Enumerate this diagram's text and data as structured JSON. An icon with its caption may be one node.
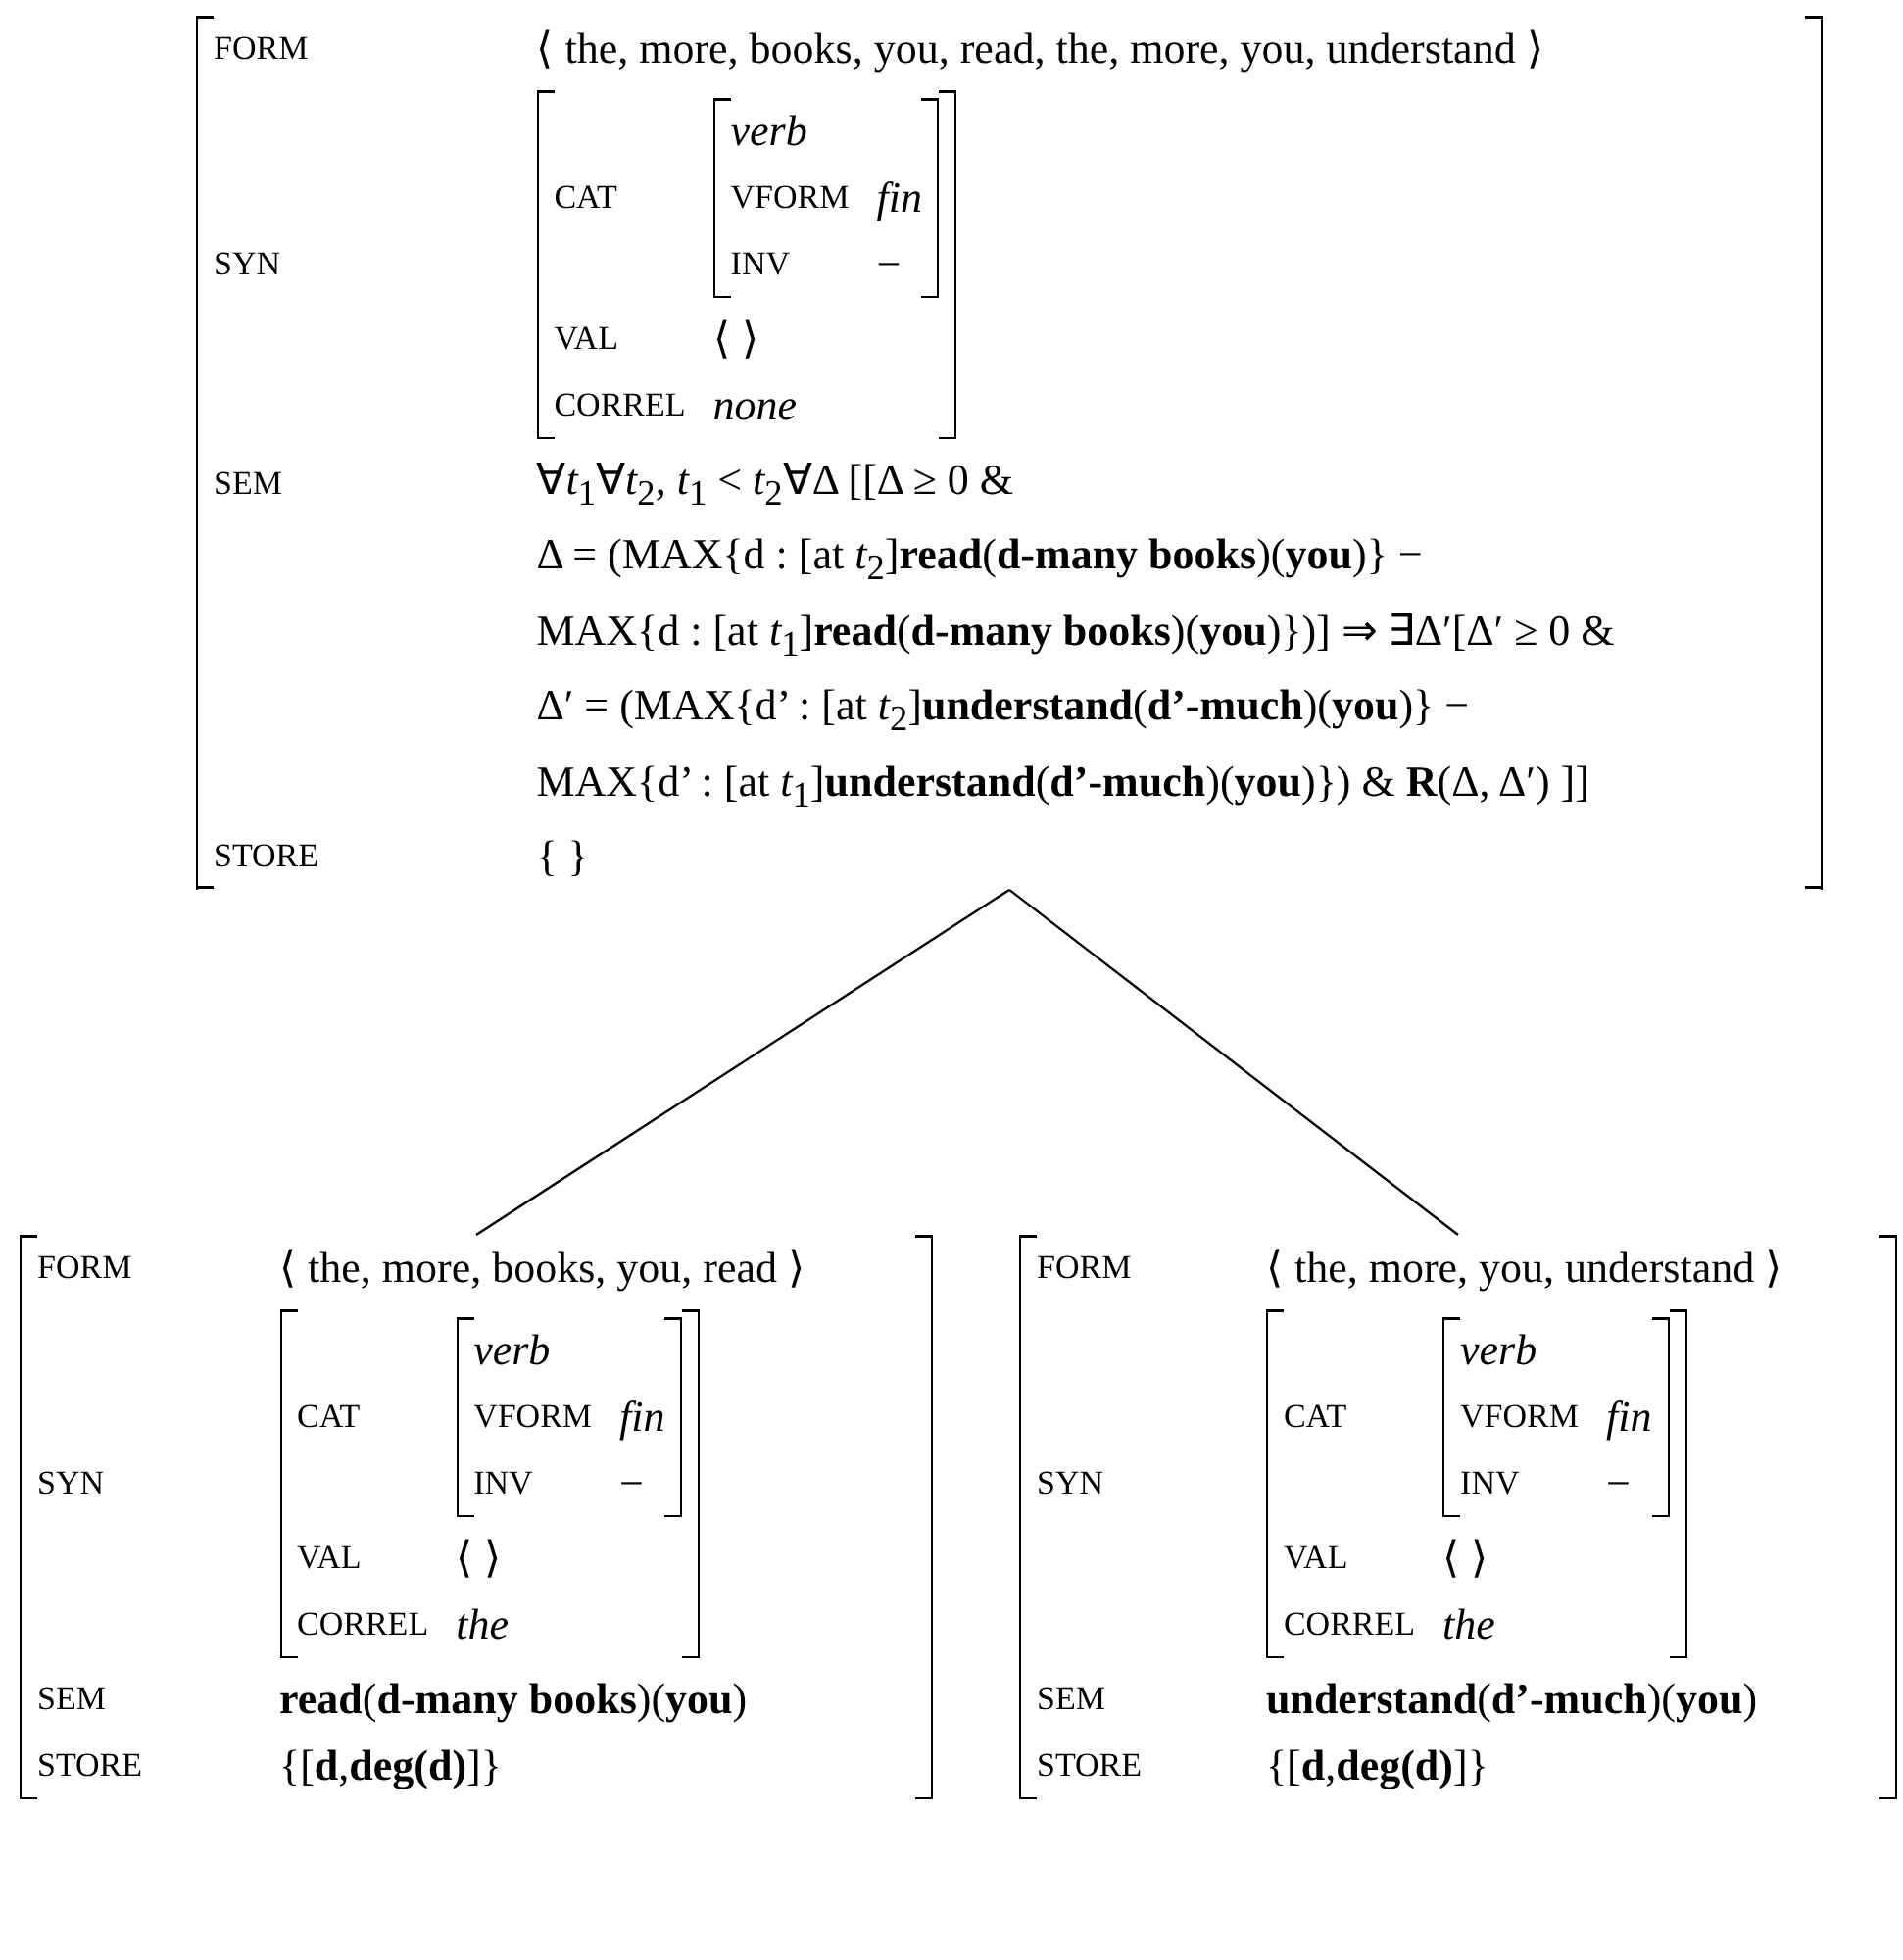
{
  "diagram": {
    "nodes": [
      {
        "text": [
          "FORM",
          "⟨ the, more, books, you, read, the, more, you, understand ⟩",
          "SYN",
          "SEM",
          "∀*t*$_{1}$∀*t*$_{2}$, *t*$_{1}$ < *t*$_{2}$∀Δ [[Δ ≥ 0 &",
          "Δ = (MAX{d : [at *t*$_{2}$]**read**(**d-many books**)(**you**)} −",
          "MAX{d : [at *t*$_{1}$]**read**(**d-many books**)(**you**)})] ⇒ ∃Δ′[Δ′ ≥ 0 &",
          "Δ′ = (MAX{d’ : [at *t*$_{2}$]**understand**(**d’-much**)(**you**)} −",
          "MAX{d’ : [at *t*$_{1}$]**understand**(**d’-much**)(**you**)}) & **R**(Δ, Δ′) ]]",
          "STORE",
          "{ }"
        ]
      },
      {
        "text": [
          "CAT",
          "VAL",
          "⟨ ⟩",
          "CORREL",
          "none"
        ],
        "in": 0
      },
      {
        "text": [
          "verb",
          "VFORM",
          "fin",
          "INV",
          "−"
        ],
        "in": 1
      },
      {
        "text": [
          "FORM",
          "⟨ the, more, books, you, read ⟩",
          "SYN",
          "SEM",
          "**read**(**d-many books**)(**you**)",
          "STORE",
          "{[**d**,**deg(d)**]}"
        ]
      },
      {
        "text": [
          "CAT",
          "VAL",
          "⟨ ⟩",
          "CORREL",
          "the"
        ],
        "in": 3
      },
      {
        "text": [
          "verb",
          "VFORM",
          "fin",
          "INV",
          "−"
        ],
        "in": 4
      },
      {
        "text": [
          "FORM",
          "⟨ the, more, you, understand ⟩",
          "SYN",
          "SEM",
          "**understand**(**d’-much**)(**you**)",
          "STORE",
          "{[**d**,**deg(d)**]}"
        ]
      },
      {
        "text": [
          "CAT",
          "VAL",
          "⟨ ⟩",
          "CORREL",
          "the"
        ],
        "in": 6
      },
      {
        "text": [
          "verb",
          "VFORM",
          "fin",
          "INV",
          "−"
        ],
        "in": 7
      }
    ],
    "edges": [
      {
        "from": 0,
        "to": 3,
        "arrow": "none"
      },
      {
        "from": 0,
        "to": 6,
        "arrow": "none"
      }
    ]
  }
}
